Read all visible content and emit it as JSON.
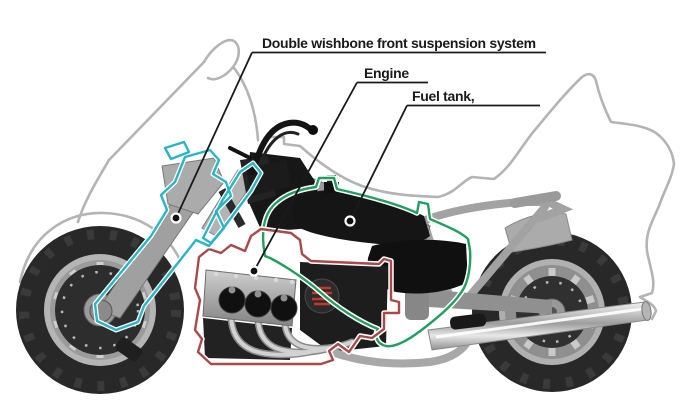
{
  "diagram": {
    "subject": "motorcycle-cutaway",
    "background": "#ffffff"
  },
  "callouts": [
    {
      "id": "front-suspension",
      "label": "Double wishbone front suspension system",
      "accent": "#29b5c8"
    },
    {
      "id": "engine",
      "label": "Engine",
      "accent": "#a84a48"
    },
    {
      "id": "fuel-tank",
      "label": "Fuel tank,",
      "accent": "#1fa05e"
    }
  ],
  "theme": {
    "bg": "#ffffff",
    "ghost": "#b4b4b4",
    "ink": "#1a1a1a",
    "accent-suspension": "#29b5c8",
    "accent-engine": "#a84a48",
    "accent-fuel": "#1fa05e",
    "alt-fin": "#c0392b"
  }
}
